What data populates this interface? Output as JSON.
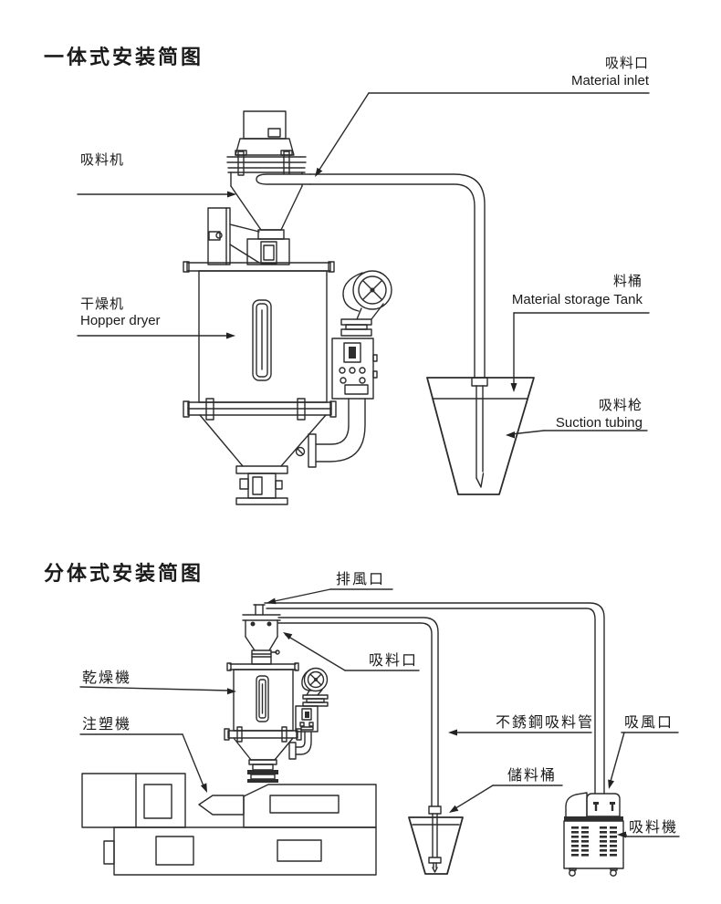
{
  "integrated": {
    "title": "一体式安装简图",
    "material_inlet": {
      "cn": "吸料口",
      "en": "Material inlet"
    },
    "loader": {
      "cn": "吸料机"
    },
    "dryer": {
      "cn": "干燥机",
      "en": "Hopper dryer"
    },
    "tank": {
      "cn": "料桶",
      "en": "Material storage Tank"
    },
    "suction_gun": {
      "cn": "吸料枪",
      "en": "Suction tubing"
    }
  },
  "split": {
    "title": "分体式安装简图",
    "exhaust_outlet": "排風口",
    "material_inlet": "吸料口",
    "dryer": "乾燥機",
    "molding_machine": "注塑機",
    "ss_suction_pipe": "不銹鋼吸料管",
    "air_inlet": "吸風口",
    "storage_barrel": "儲料桶",
    "suction_loader": "吸料機"
  },
  "colors": {
    "ink": "#2b2b2b",
    "bg": "#ffffff"
  }
}
